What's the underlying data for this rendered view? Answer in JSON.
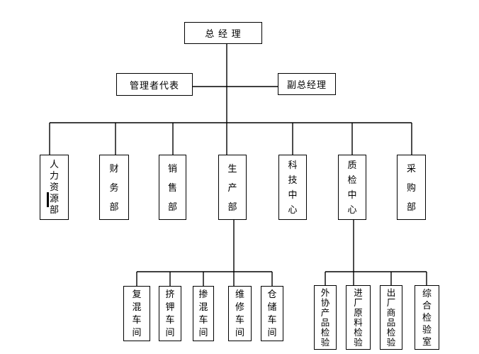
{
  "colors": {
    "background": "#ffffff",
    "line": "#000000",
    "text": "#000000",
    "box_border": "#000000"
  },
  "org_chart": {
    "root": {
      "label": "总 经 理"
    },
    "level2": [
      {
        "label": "管理者代表"
      },
      {
        "label": "副总经理"
      }
    ],
    "departments": [
      {
        "label": "人力资源部"
      },
      {
        "label": "财务部"
      },
      {
        "label": "销售部"
      },
      {
        "label": "生产部"
      },
      {
        "label": "科技中心"
      },
      {
        "label": "质检中心"
      },
      {
        "label": "采购部"
      }
    ],
    "production_units": [
      {
        "label": "复混车间"
      },
      {
        "label": "挤钾车间"
      },
      {
        "label": "掺混车间"
      },
      {
        "label": "维修车间"
      },
      {
        "label": "仓储车间"
      }
    ],
    "qc_units": [
      {
        "label": "外协产品检验"
      },
      {
        "label": "进厂原料检验"
      },
      {
        "label": "出厂商品检验"
      },
      {
        "label": "综合检验室"
      }
    ]
  }
}
